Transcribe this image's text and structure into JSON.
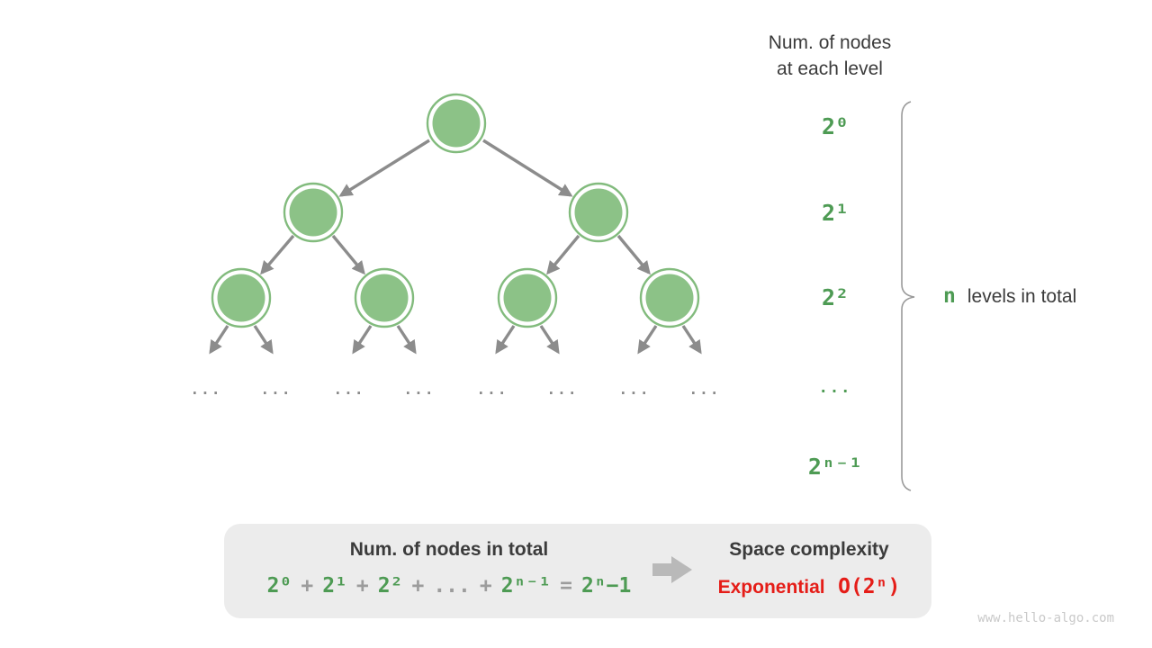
{
  "colors": {
    "green_text": "#4e9b54",
    "node_fill": "#8cc287",
    "node_ring": "#82bb7d",
    "edge_gray": "#8c8c8c",
    "operator_gray": "#9c9c9c",
    "dark_text": "#3b3b3b",
    "red_text": "#e51d18",
    "box_background": "#ececec"
  },
  "right_panel": {
    "header_line1": "Num. of nodes",
    "header_line2": "at each level",
    "levels": [
      "2⁰",
      "2¹",
      "2²",
      "...",
      "2ⁿ⁻¹"
    ],
    "brace_label": {
      "n": "n",
      "text": "levels in total"
    }
  },
  "tree": {
    "ellipsis": "..."
  },
  "summary_box": {
    "left_title": "Num. of nodes in total",
    "formula_tokens": [
      {
        "t": "2⁰",
        "c": "g"
      },
      {
        "t": "+",
        "c": "o"
      },
      {
        "t": "2¹",
        "c": "g"
      },
      {
        "t": "+",
        "c": "o"
      },
      {
        "t": "2²",
        "c": "g"
      },
      {
        "t": "+",
        "c": "o"
      },
      {
        "t": "...",
        "c": "o"
      },
      {
        "t": "+",
        "c": "o"
      },
      {
        "t": "2ⁿ⁻¹",
        "c": "g"
      },
      {
        "t": "=",
        "c": "o"
      },
      {
        "t": "2ⁿ−1",
        "c": "g"
      }
    ],
    "right_title": "Space complexity",
    "complexity_word": "Exponential",
    "complexity_big_o": "O(2ⁿ)"
  },
  "watermark": "www.hello-algo.com"
}
